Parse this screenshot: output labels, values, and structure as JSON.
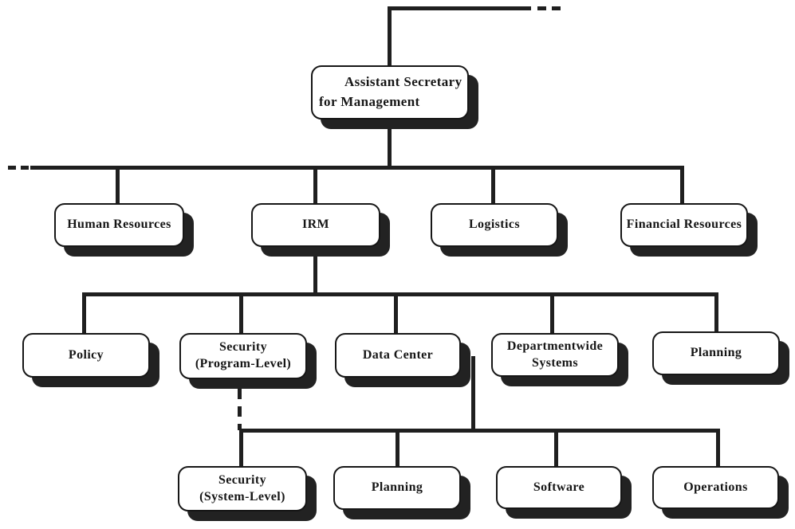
{
  "diagram": {
    "kind": "organization-chart",
    "nodes": {
      "root": {
        "label": "Assistant Secretary\nfor Management"
      },
      "human_resources": {
        "label": "Human Resources"
      },
      "irm": {
        "label": "IRM"
      },
      "logistics": {
        "label": "Logistics"
      },
      "financial_resources": {
        "label": "Financial Resources"
      },
      "policy": {
        "label": "Policy"
      },
      "security_program_level": {
        "label": "Security\n(Program-Level)"
      },
      "data_center": {
        "label": "Data Center"
      },
      "departmentwide_systems": {
        "label": "Departmentwide\nSystems"
      },
      "planning_irm": {
        "label": "Planning"
      },
      "security_system_level": {
        "label": "Security\n(System-Level)"
      },
      "planning_data_center": {
        "label": "Planning"
      },
      "software": {
        "label": "Software"
      },
      "operations": {
        "label": "Operations"
      }
    },
    "edges": {
      "root_children": [
        "Human Resources",
        "IRM",
        "Logistics",
        "Financial Resources"
      ],
      "irm_children": [
        "Policy",
        "Security (Program-Level)",
        "Data Center",
        "Departmentwide Systems",
        "Planning"
      ],
      "data_center_children": [
        "Security (System-Level)",
        "Planning",
        "Software",
        "Operations"
      ],
      "dashed_edge": "Security (Program-Level) to Security (System-Level)",
      "truncated_edges": [
        "top connector continues to the right (dashes)",
        "second-level connector continues to the left (dashes)"
      ]
    },
    "colors": {
      "line": "#1f1f1f",
      "box_border": "#161616",
      "box_fill": "#ffffff",
      "box_shadow": "#222222",
      "text": "#161616",
      "background": "#ffffff"
    }
  }
}
